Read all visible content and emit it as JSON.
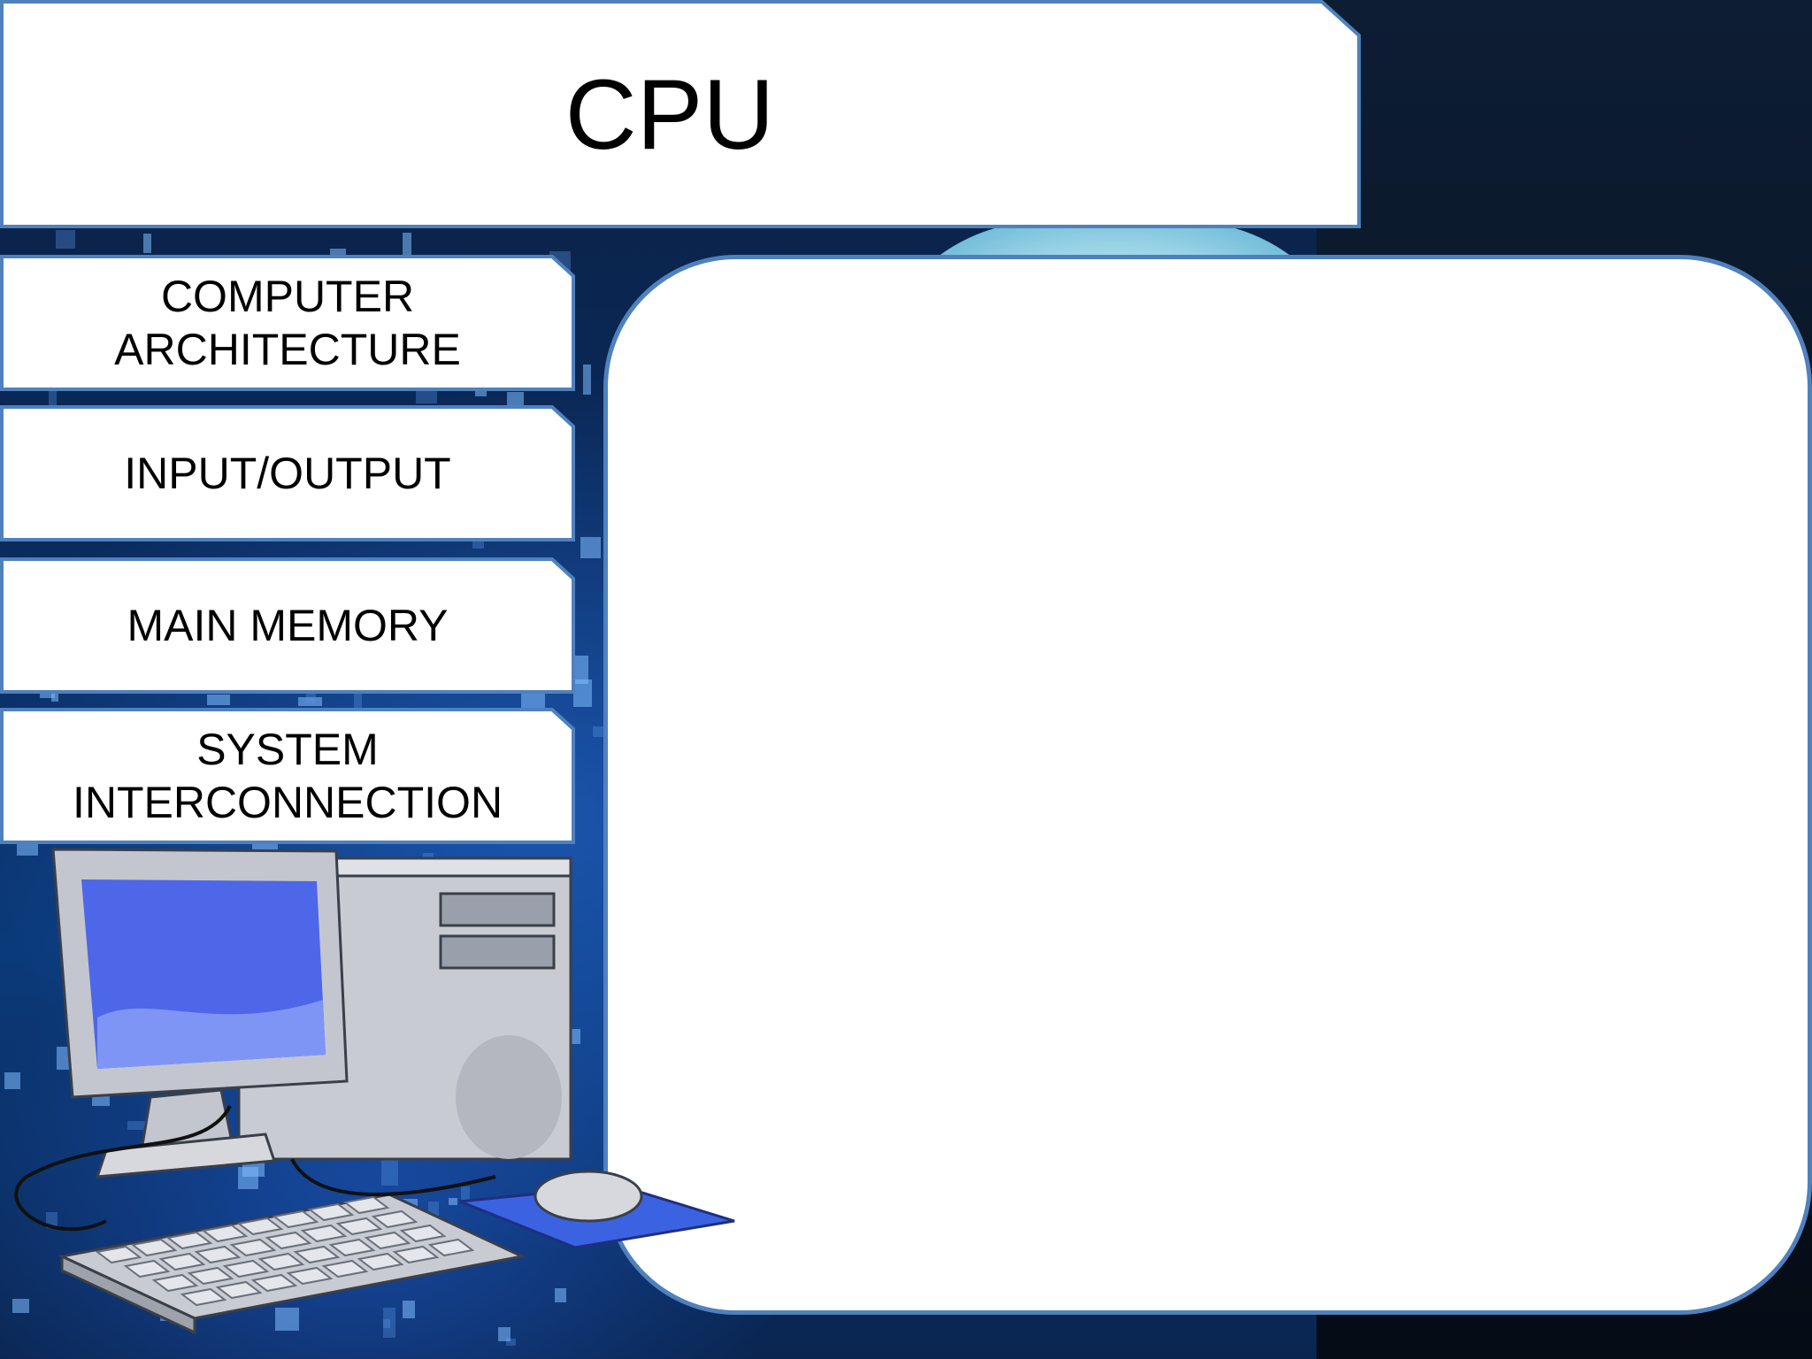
{
  "slide": {
    "title": "CPU",
    "nav_items": [
      {
        "label": "COMPUTER ARCHITECTURE"
      },
      {
        "label": "INPUT/OUTPUT"
      },
      {
        "label": "MAIN MEMORY"
      },
      {
        "label": "SYSTEM INTERCONNECTION"
      }
    ],
    "content_panel": ""
  },
  "colors": {
    "panel_border": "#4f81bd",
    "panel_fill": "#ffffff",
    "background": "#0a2b5e"
  },
  "icons": [
    "desktop-computer-icon"
  ]
}
